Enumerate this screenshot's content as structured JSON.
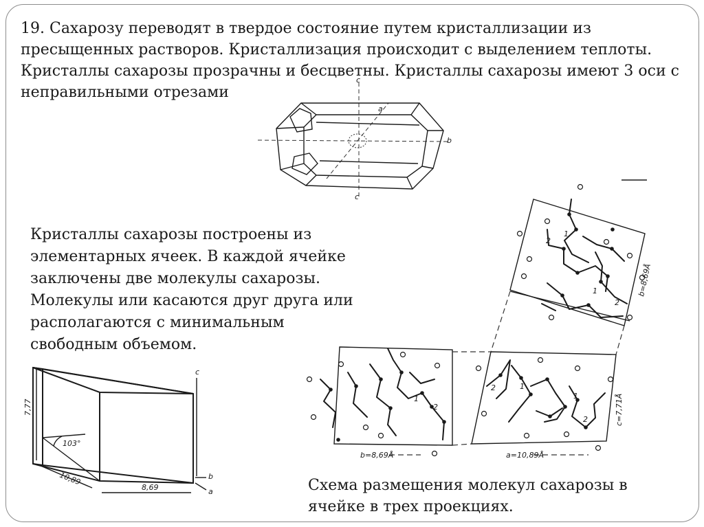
{
  "intro_text": "19. Сахарозу переводят в твердое состояние путем кристаллизации из пресыщенных растворов. Кристаллизация происходит с выделением теплоты. Кристаллы сахарозы прозрачны и бесцветны. Кристаллы сахарозы имеют 3 оси с неправильными отрезами",
  "cell_text": "Кристаллы сахарозы построены из элементарных ячеек. В каждой ячейке заключены две молекулы сахарозы. Молекулы или касаются друг друга или располагаются с минимальным свободным объемом.",
  "scheme_caption": "Схема размещения молекул сахарозы в ячейке в трех проекциях.",
  "crystal_axis_labels": {
    "a": "a",
    "b": "b",
    "c_top": "c",
    "c_bottom": "c"
  },
  "unit_cell_labels": {
    "height": "7,77",
    "angle": "103°",
    "depth": "10,89",
    "width": "8,69",
    "axis_c": "c",
    "axis_b": "b",
    "axis_a": "a"
  },
  "projection_labels": {
    "top_cell_b": "b=8,69Å",
    "left_cell_b": "b=8,69Å",
    "right_cell_a": "a=10,89Å",
    "right_cell_c": "c=7,71Å",
    "molecule_1": "1",
    "molecule_2": "2"
  }
}
